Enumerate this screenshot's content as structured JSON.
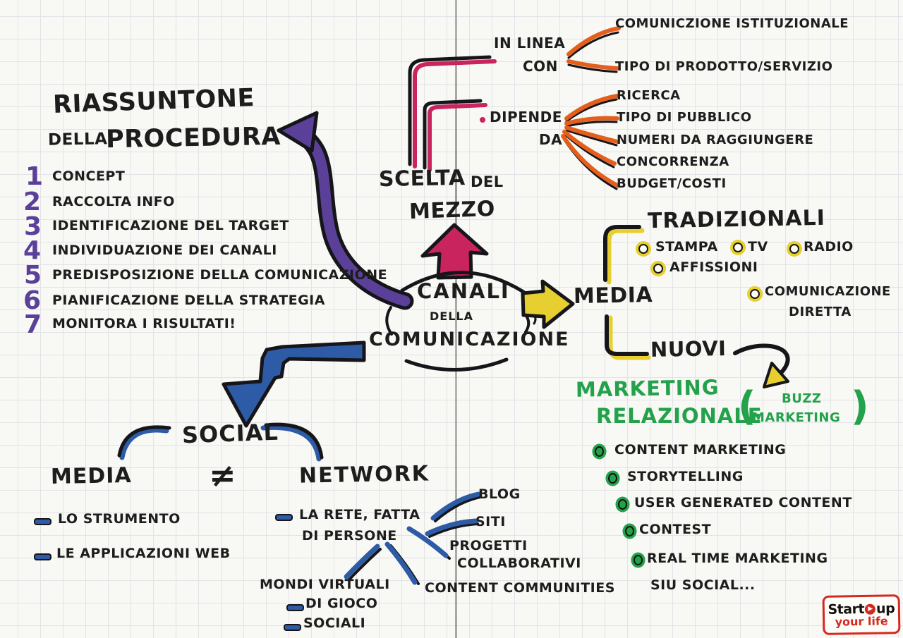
{
  "palette": {
    "ink": "#1d1d1d",
    "purple": "#5b4099",
    "pink": "#c9245e",
    "orange": "#e45f1c",
    "yellow": "#e7cf2f",
    "blue": "#2e5ba6",
    "green": "#23a14b",
    "logo_red": "#d6281f",
    "paper": "#f8f8f5",
    "grid": "#e3e3e8"
  },
  "procedure": {
    "title1": "RIASSUNTONE",
    "title2a": "DELLA",
    "title2b": "PROCEDURA",
    "steps": [
      {
        "n": "1",
        "label": "CONCEPT"
      },
      {
        "n": "2",
        "label": "RACCOLTA INFO"
      },
      {
        "n": "3",
        "label": "IDENTIFICAZIONE DEL TARGET"
      },
      {
        "n": "4",
        "label": "INDIVIDUAZIONE DEI CANALI"
      },
      {
        "n": "5",
        "label": "PREDISPOSIZIONE DELLA COMUNICAZIONE"
      },
      {
        "n": "6",
        "label": "PIANIFICAZIONE DELLA STRATEGIA"
      },
      {
        "n": "7",
        "label": "MONITORA I RISULTATI!"
      }
    ]
  },
  "scelta": {
    "l1a": "SCELTA",
    "l1b": "DEL",
    "l2": "MEZZO",
    "in_linea": {
      "l1": "IN LINEA",
      "l2": "CON",
      "items": [
        "COMUNICZIONE ISTITUZIONALE",
        "TIPO DI PRODOTTO/SERVIZIO"
      ]
    },
    "dipende": {
      "l1": "DIPENDE",
      "l2": "DA",
      "items": [
        "RICERCA",
        "TIPO DI PUBBLICO",
        "NUMERI DA RAGGIUNGERE",
        "CONCORRENZA",
        "BUDGET/COSTI"
      ]
    }
  },
  "center": {
    "l1": "CANALI",
    "l2": "DELLA",
    "l3": "COMUNICAZIONE"
  },
  "media": {
    "label": "MEDIA",
    "tradizionali": {
      "title": "TRADIZIONALI",
      "items": [
        "STAMPA",
        "TV",
        "RADIO",
        "AFFISSIONI"
      ],
      "direct1": "COMUNICAZIONE",
      "direct2": "DIRETTA"
    },
    "nuovi": "NUOVI"
  },
  "marketing": {
    "l1": "MARKETING",
    "l2": "RELAZIONALE",
    "open": "(",
    "buzz1": "BUZZ",
    "buzz2": "MARKETING",
    "close": ")",
    "items": [
      "CONTENT MARKETING",
      "STORYTELLING",
      "USER GENERATED CONTENT",
      "CONTEST",
      "REAL TIME MARKETING"
    ],
    "tail": "SIU SOCIAL..."
  },
  "social": {
    "title": "SOCIAL",
    "neq": "≠",
    "media": {
      "title": "MEDIA",
      "items": [
        "LO STRUMENTO",
        "LE APPLICAZIONI WEB"
      ]
    },
    "network": {
      "title": "NETWORK",
      "desc1": "LA RETE, FATTA",
      "desc2": "DI PERSONE",
      "blog": "BLOG",
      "siti": "SITI",
      "prog1": "PROGETTI",
      "prog2": "COLLABORATIVI",
      "content": "CONTENT COMMUNITIES",
      "mondi": {
        "title": "MONDI VIRTUALI",
        "items": [
          "DI GIOCO",
          "SOCIALI"
        ]
      }
    }
  },
  "logo": {
    "start": "Start",
    "up": "up",
    "tagline": "your life"
  }
}
